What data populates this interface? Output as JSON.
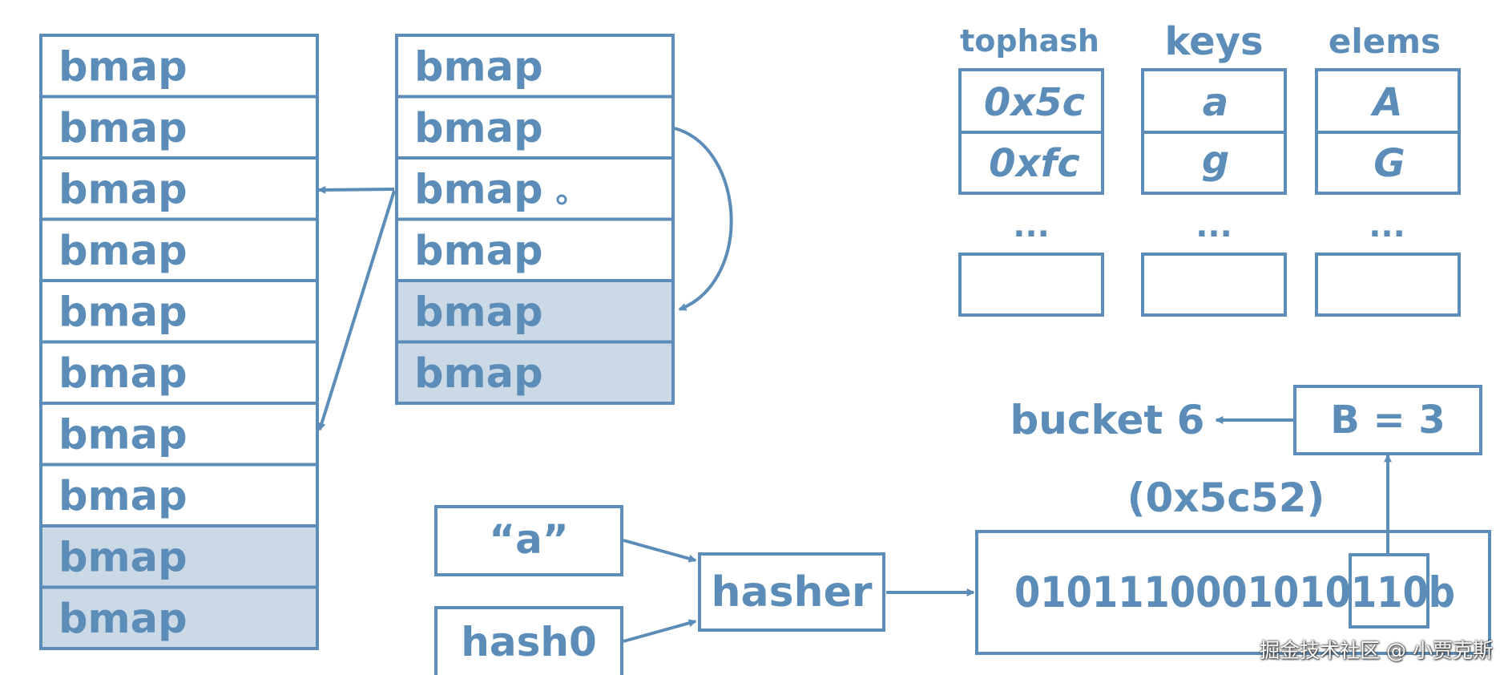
{
  "left_buckets": [
    "bmap",
    "bmap",
    "bmap",
    "bmap",
    "bmap",
    "bmap",
    "bmap",
    "bmap",
    "bmap",
    "bmap"
  ],
  "left_buckets_shaded": [
    false,
    false,
    false,
    false,
    false,
    false,
    false,
    false,
    true,
    true
  ],
  "right_buckets": [
    "bmap",
    "bmap",
    "bmap",
    "bmap",
    "bmap",
    "bmap"
  ],
  "right_buckets_shaded": [
    false,
    false,
    false,
    false,
    true,
    true
  ],
  "table": {
    "headers": [
      "tophash",
      "keys",
      "elems"
    ],
    "rows": [
      [
        "0x5c",
        "a",
        "A"
      ],
      [
        "0xfc",
        "g",
        "G"
      ]
    ],
    "ellipsis": [
      "...",
      "...",
      "..."
    ]
  },
  "hash": {
    "input_key": "“a”",
    "seed": "hash0",
    "hasher": "hasher",
    "bits": "0101110001010110b",
    "hex": "(0x5c52)",
    "b_value": "B = 3",
    "bucket": "bucket 6"
  },
  "watermark": "掘金技术社区 @ 小贾克斯",
  "colors": {
    "stroke": "#5b8db8",
    "text": "#5b8db8",
    "shade": "#cbd9e6",
    "background": "#ffffff"
  }
}
